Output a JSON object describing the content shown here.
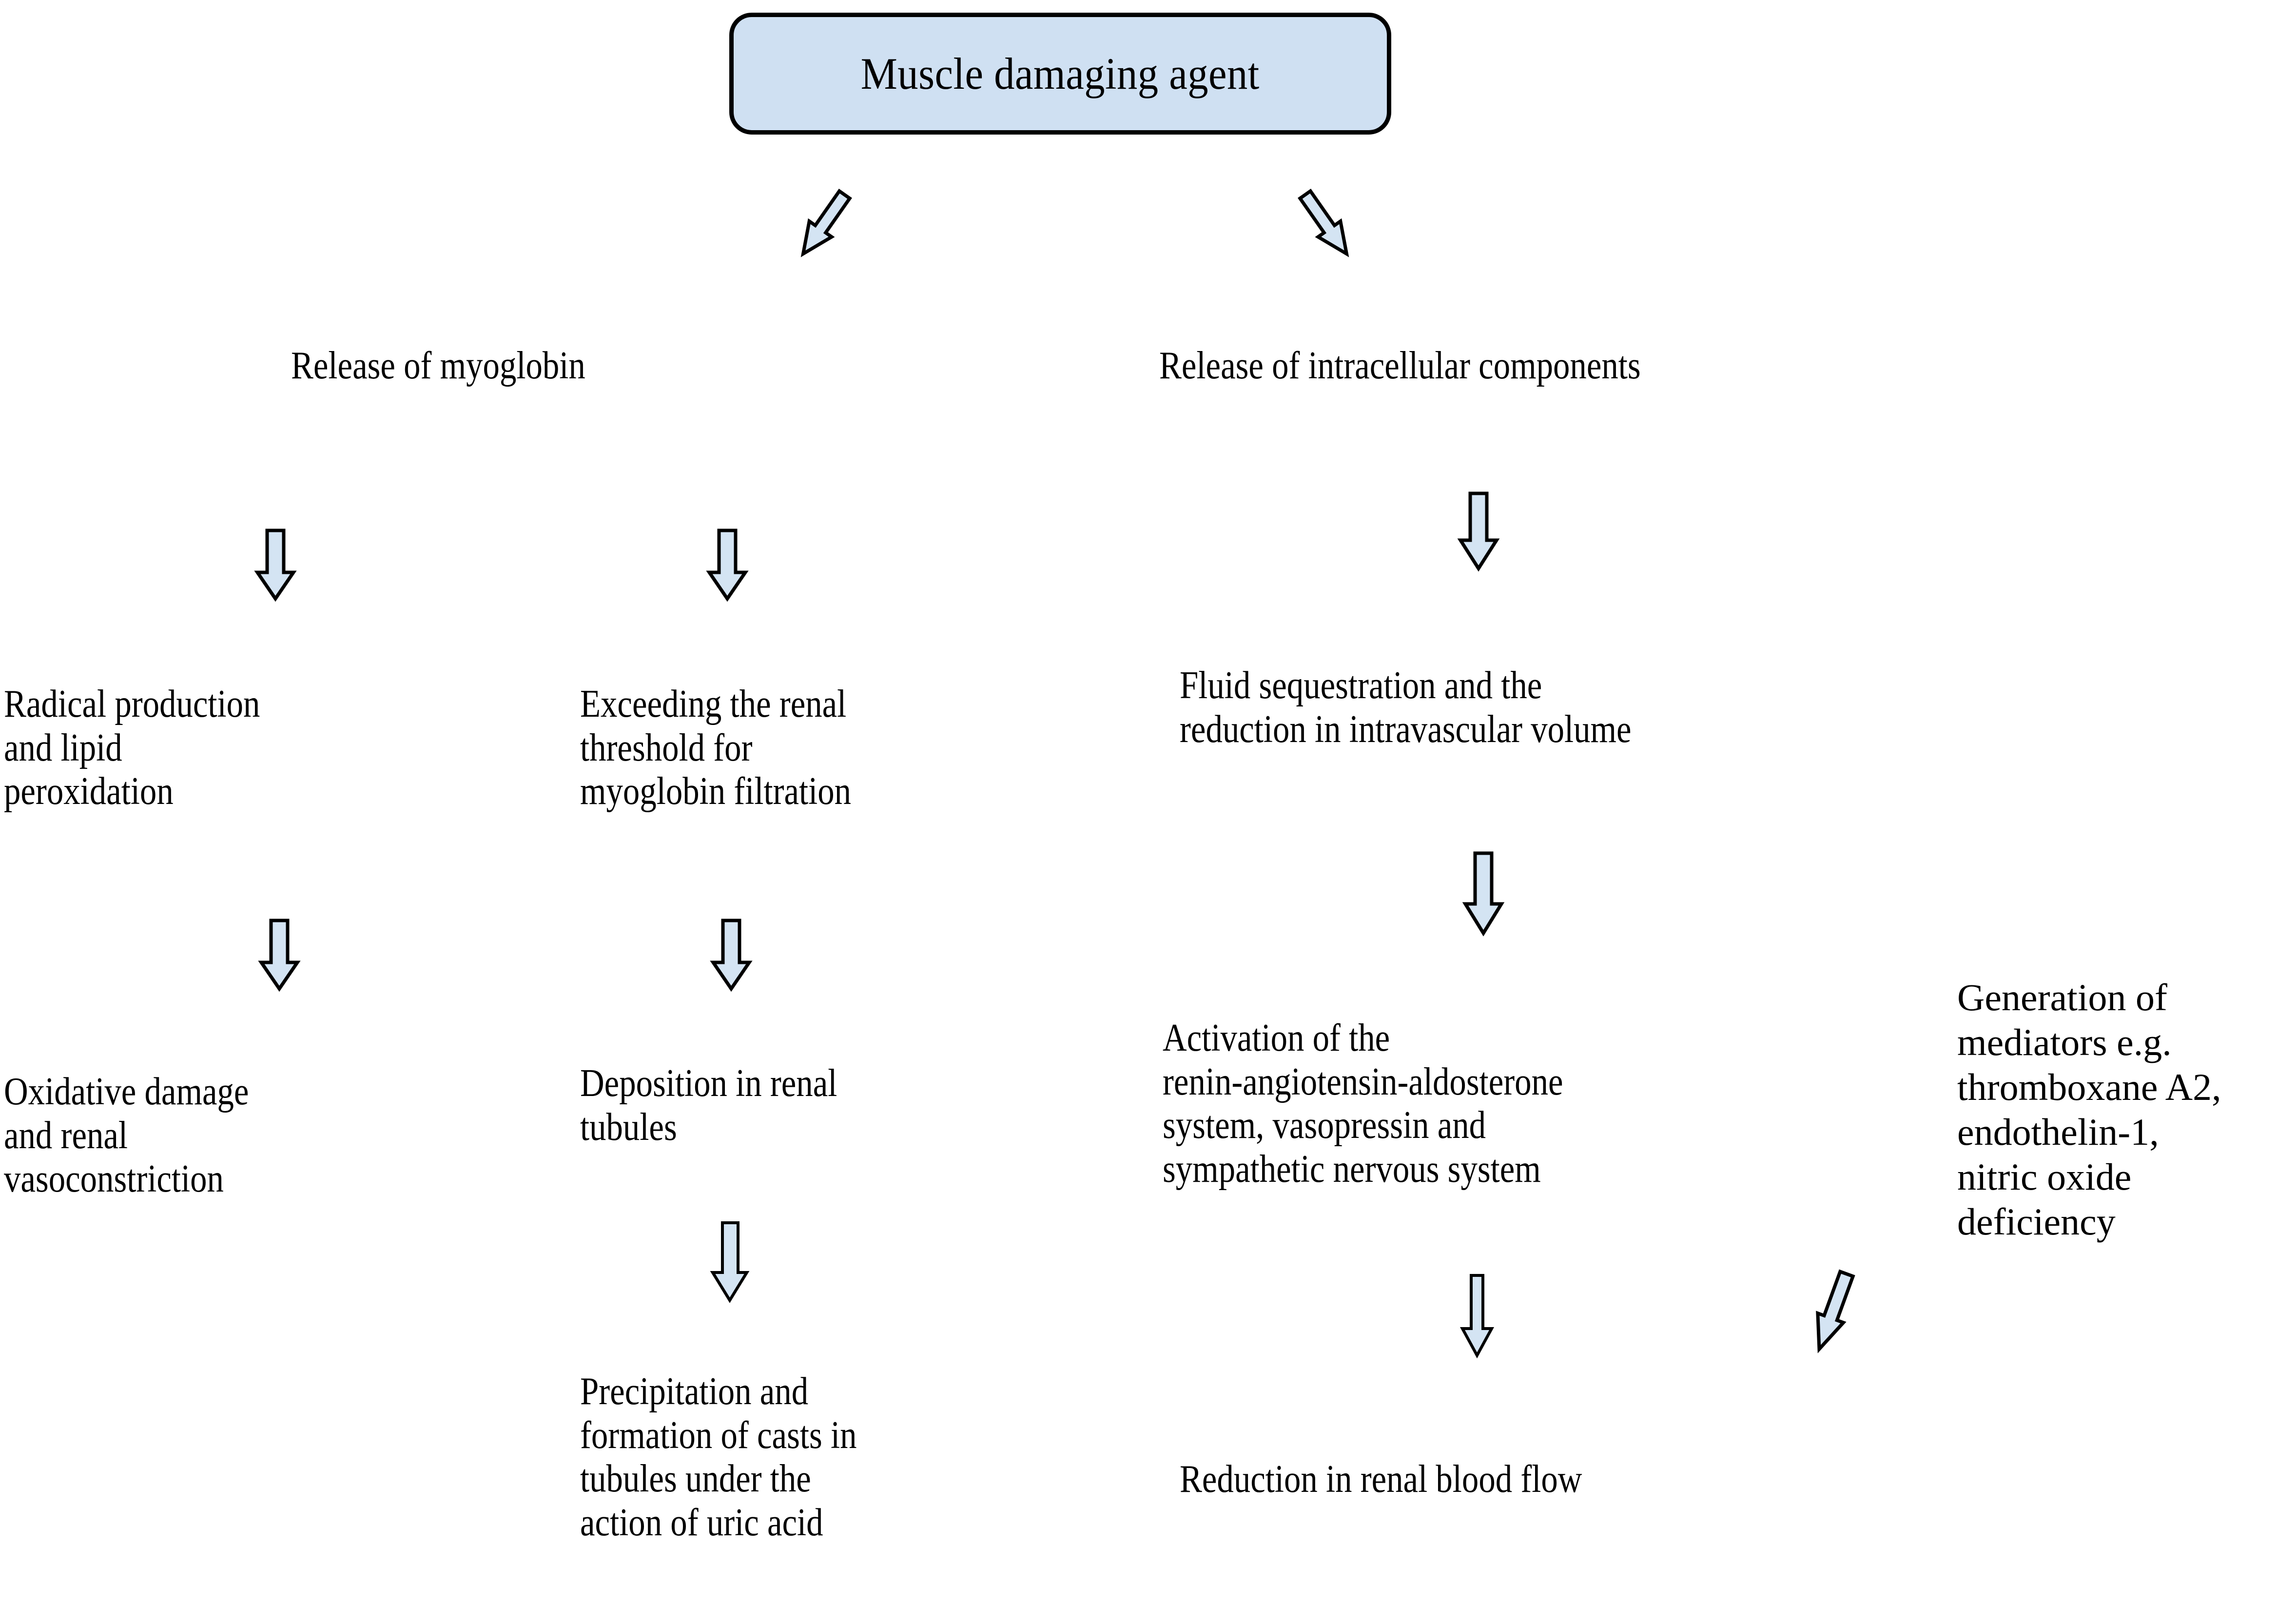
{
  "diagram": {
    "title_box": {
      "label": "Muscle damaging agent",
      "fill_color": "#cfe0f2",
      "border_color": "#000000"
    },
    "arrow_style": {
      "fill_color": "#d4e4f3",
      "outline_color": "#000000",
      "icon": "block-arrow-down-icon"
    },
    "nodes": [
      {
        "id": "muscle-damaging-agent",
        "label": "Muscle damaging agent"
      },
      {
        "id": "release-of-myoglobin",
        "label": "Release of myoglobin"
      },
      {
        "id": "release-of-intracellular-components",
        "label": "Release of intracellular components"
      },
      {
        "id": "radical-production",
        "label": "Radical production\nand lipid\nperoxidation"
      },
      {
        "id": "exceeding-renal-threshold",
        "label": "Exceeding the renal\nthreshold for\nmyoglobin filtration"
      },
      {
        "id": "fluid-sequestration",
        "label": "Fluid sequestration and the\nreduction in intravascular volume"
      },
      {
        "id": "generation-of-mediators",
        "label": "Generation of\nmediators e.g.\nthromboxane A2,\nendothelin-1,\nnitric oxide\ndeficiency"
      },
      {
        "id": "oxidative-damage",
        "label": "Oxidative damage\nand renal\nvasoconstriction"
      },
      {
        "id": "deposition-in-renal-tubules",
        "label": "Deposition in renal\ntubules"
      },
      {
        "id": "activation-of-raas",
        "label": "Activation of the\nrenin-angiotensin-aldosterone\nsystem, vasopressin and\nsympathetic nervous system"
      },
      {
        "id": "precipitation-and-casts",
        "label": "Precipitation and\nformation of casts in\ntubules under the\naction of uric acid"
      },
      {
        "id": "reduction-in-renal-blood-flow",
        "label": "Reduction in renal blood flow"
      }
    ],
    "edges": [
      {
        "from": "muscle-damaging-agent",
        "to": "release-of-myoglobin",
        "direction": "down-left"
      },
      {
        "from": "muscle-damaging-agent",
        "to": "release-of-intracellular-components",
        "direction": "down-right"
      },
      {
        "from": "release-of-myoglobin",
        "to": "radical-production",
        "direction": "down"
      },
      {
        "from": "release-of-myoglobin",
        "to": "exceeding-renal-threshold",
        "direction": "down"
      },
      {
        "from": "radical-production",
        "to": "oxidative-damage",
        "direction": "down"
      },
      {
        "from": "exceeding-renal-threshold",
        "to": "deposition-in-renal-tubules",
        "direction": "down"
      },
      {
        "from": "deposition-in-renal-tubules",
        "to": "precipitation-and-casts",
        "direction": "down"
      },
      {
        "from": "release-of-intracellular-components",
        "to": "fluid-sequestration",
        "direction": "down"
      },
      {
        "from": "fluid-sequestration",
        "to": "activation-of-raas",
        "direction": "down"
      },
      {
        "from": "activation-of-raas",
        "to": "reduction-in-renal-blood-flow",
        "direction": "down"
      },
      {
        "from": "generation-of-mediators",
        "to": "reduction-in-renal-blood-flow",
        "direction": "down-left"
      }
    ]
  }
}
